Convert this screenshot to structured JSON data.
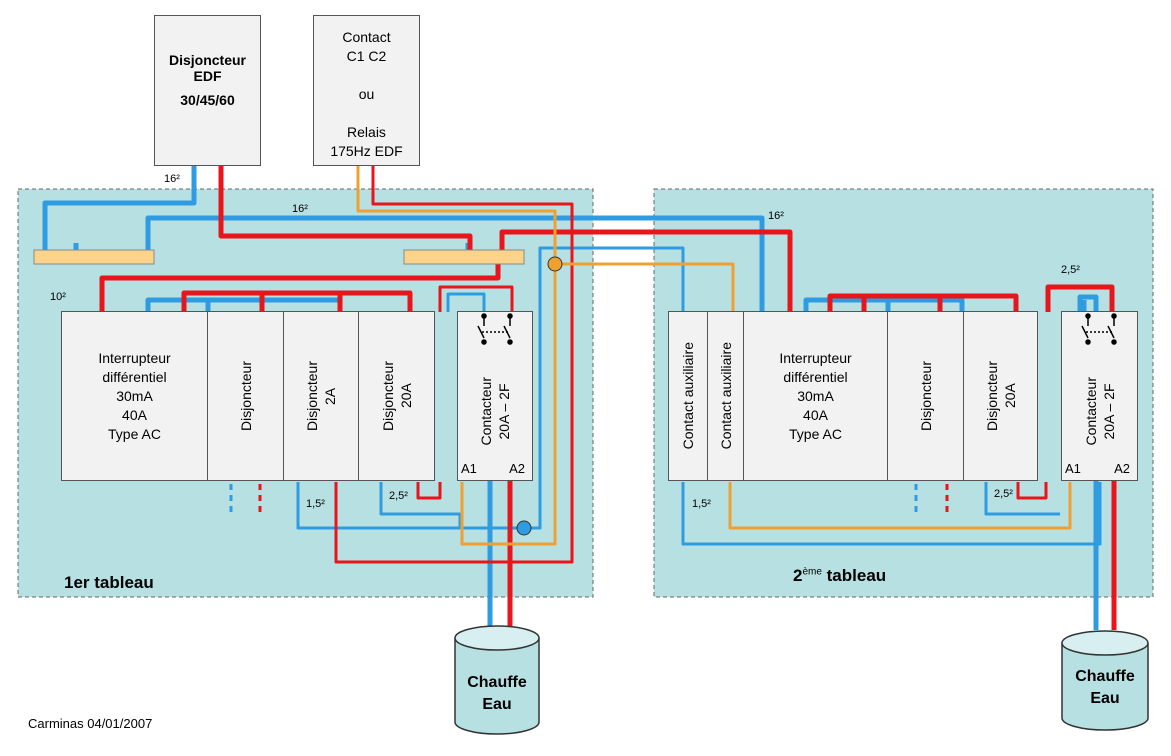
{
  "top_boxes": {
    "disjoncteur_edf": {
      "line1": "Disjoncteur",
      "line2": "EDF",
      "line3": "30/45/60"
    },
    "contact": {
      "text": "Contact\nC1 C2\n\nou\n\nRelais\n175Hz EDF"
    }
  },
  "wire_labels": {
    "a": "16²",
    "b": "16²",
    "c": "16²",
    "d": "10²",
    "e": "1,5²",
    "f": "2,5²",
    "g": "1,5²",
    "h": "2,5²",
    "i": "2,5²"
  },
  "panel1": {
    "title": "1er tableau",
    "interrupteur": "Interrupteur\ndifférentiel\n30mA\n40A\nType AC",
    "disj1": "Disjoncteur",
    "disj2": "Disjoncteur\n2A",
    "disj3": "Disjoncteur\n20A",
    "contacteur": "Contacteur\n20A – 2F",
    "a1": "A1",
    "a2": "A2"
  },
  "panel2": {
    "title_main": "2",
    "title_sup": "ème",
    "title_rest": " tableau",
    "aux1": "Contact auxiliaire",
    "aux2": "Contact auxiliaire",
    "interrupteur": "Interrupteur\ndifférentiel\n30mA\n40A\nType AC",
    "disj1": "Disjoncteur",
    "disj2": "Disjoncteur\n20A",
    "contacteur": "Contacteur\n20A – 2F",
    "a1": "A1",
    "a2": "A2"
  },
  "chauffe_eau_1": {
    "line1": "Chauffe",
    "line2": "Eau"
  },
  "chauffe_eau_2": {
    "line1": "Chauffe",
    "line2": "Eau"
  },
  "credit": "Carminas 04/01/2007",
  "colors": {
    "panel_bg": "#b7e0e3",
    "neutral": "#2f9be0",
    "phase": "#e8151b",
    "control": "#f0a030",
    "busbar": "#fbd389"
  }
}
